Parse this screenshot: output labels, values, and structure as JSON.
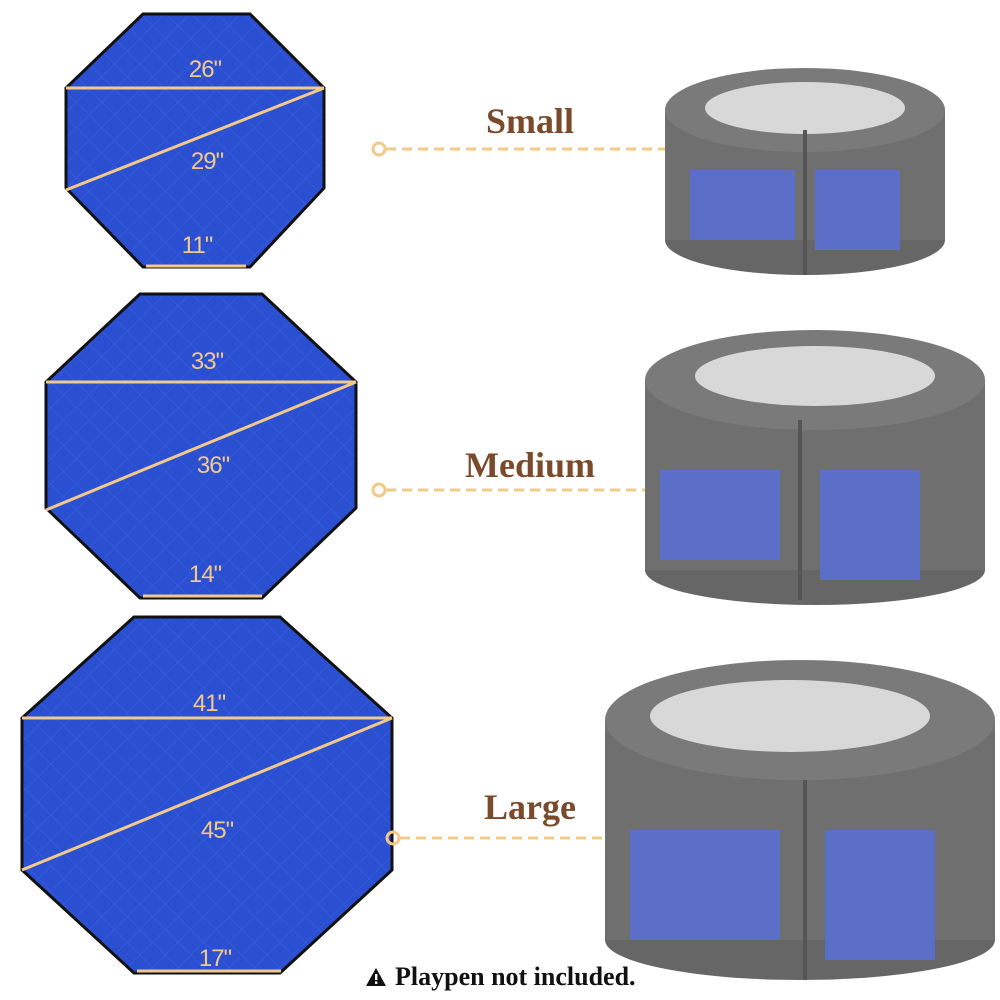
{
  "sizes": [
    {
      "name": "Small",
      "diagonal_width": "26\"",
      "diagonal_long": "29\"",
      "side": "11\""
    },
    {
      "name": "Medium",
      "diagonal_width": "33\"",
      "diagonal_long": "36\"",
      "side": "14\""
    },
    {
      "name": "Large",
      "diagonal_width": "41\"",
      "diagonal_long": "45\"",
      "side": "17\""
    }
  ],
  "footer": {
    "note": "Playpen not included.",
    "icon": "warning-icon"
  },
  "colors": {
    "mat_blue": "#2a4fd0",
    "dim_line": "#f3c98a",
    "label_brown": "#7a4a2a",
    "playpen_gray": "#6f6f6f"
  }
}
